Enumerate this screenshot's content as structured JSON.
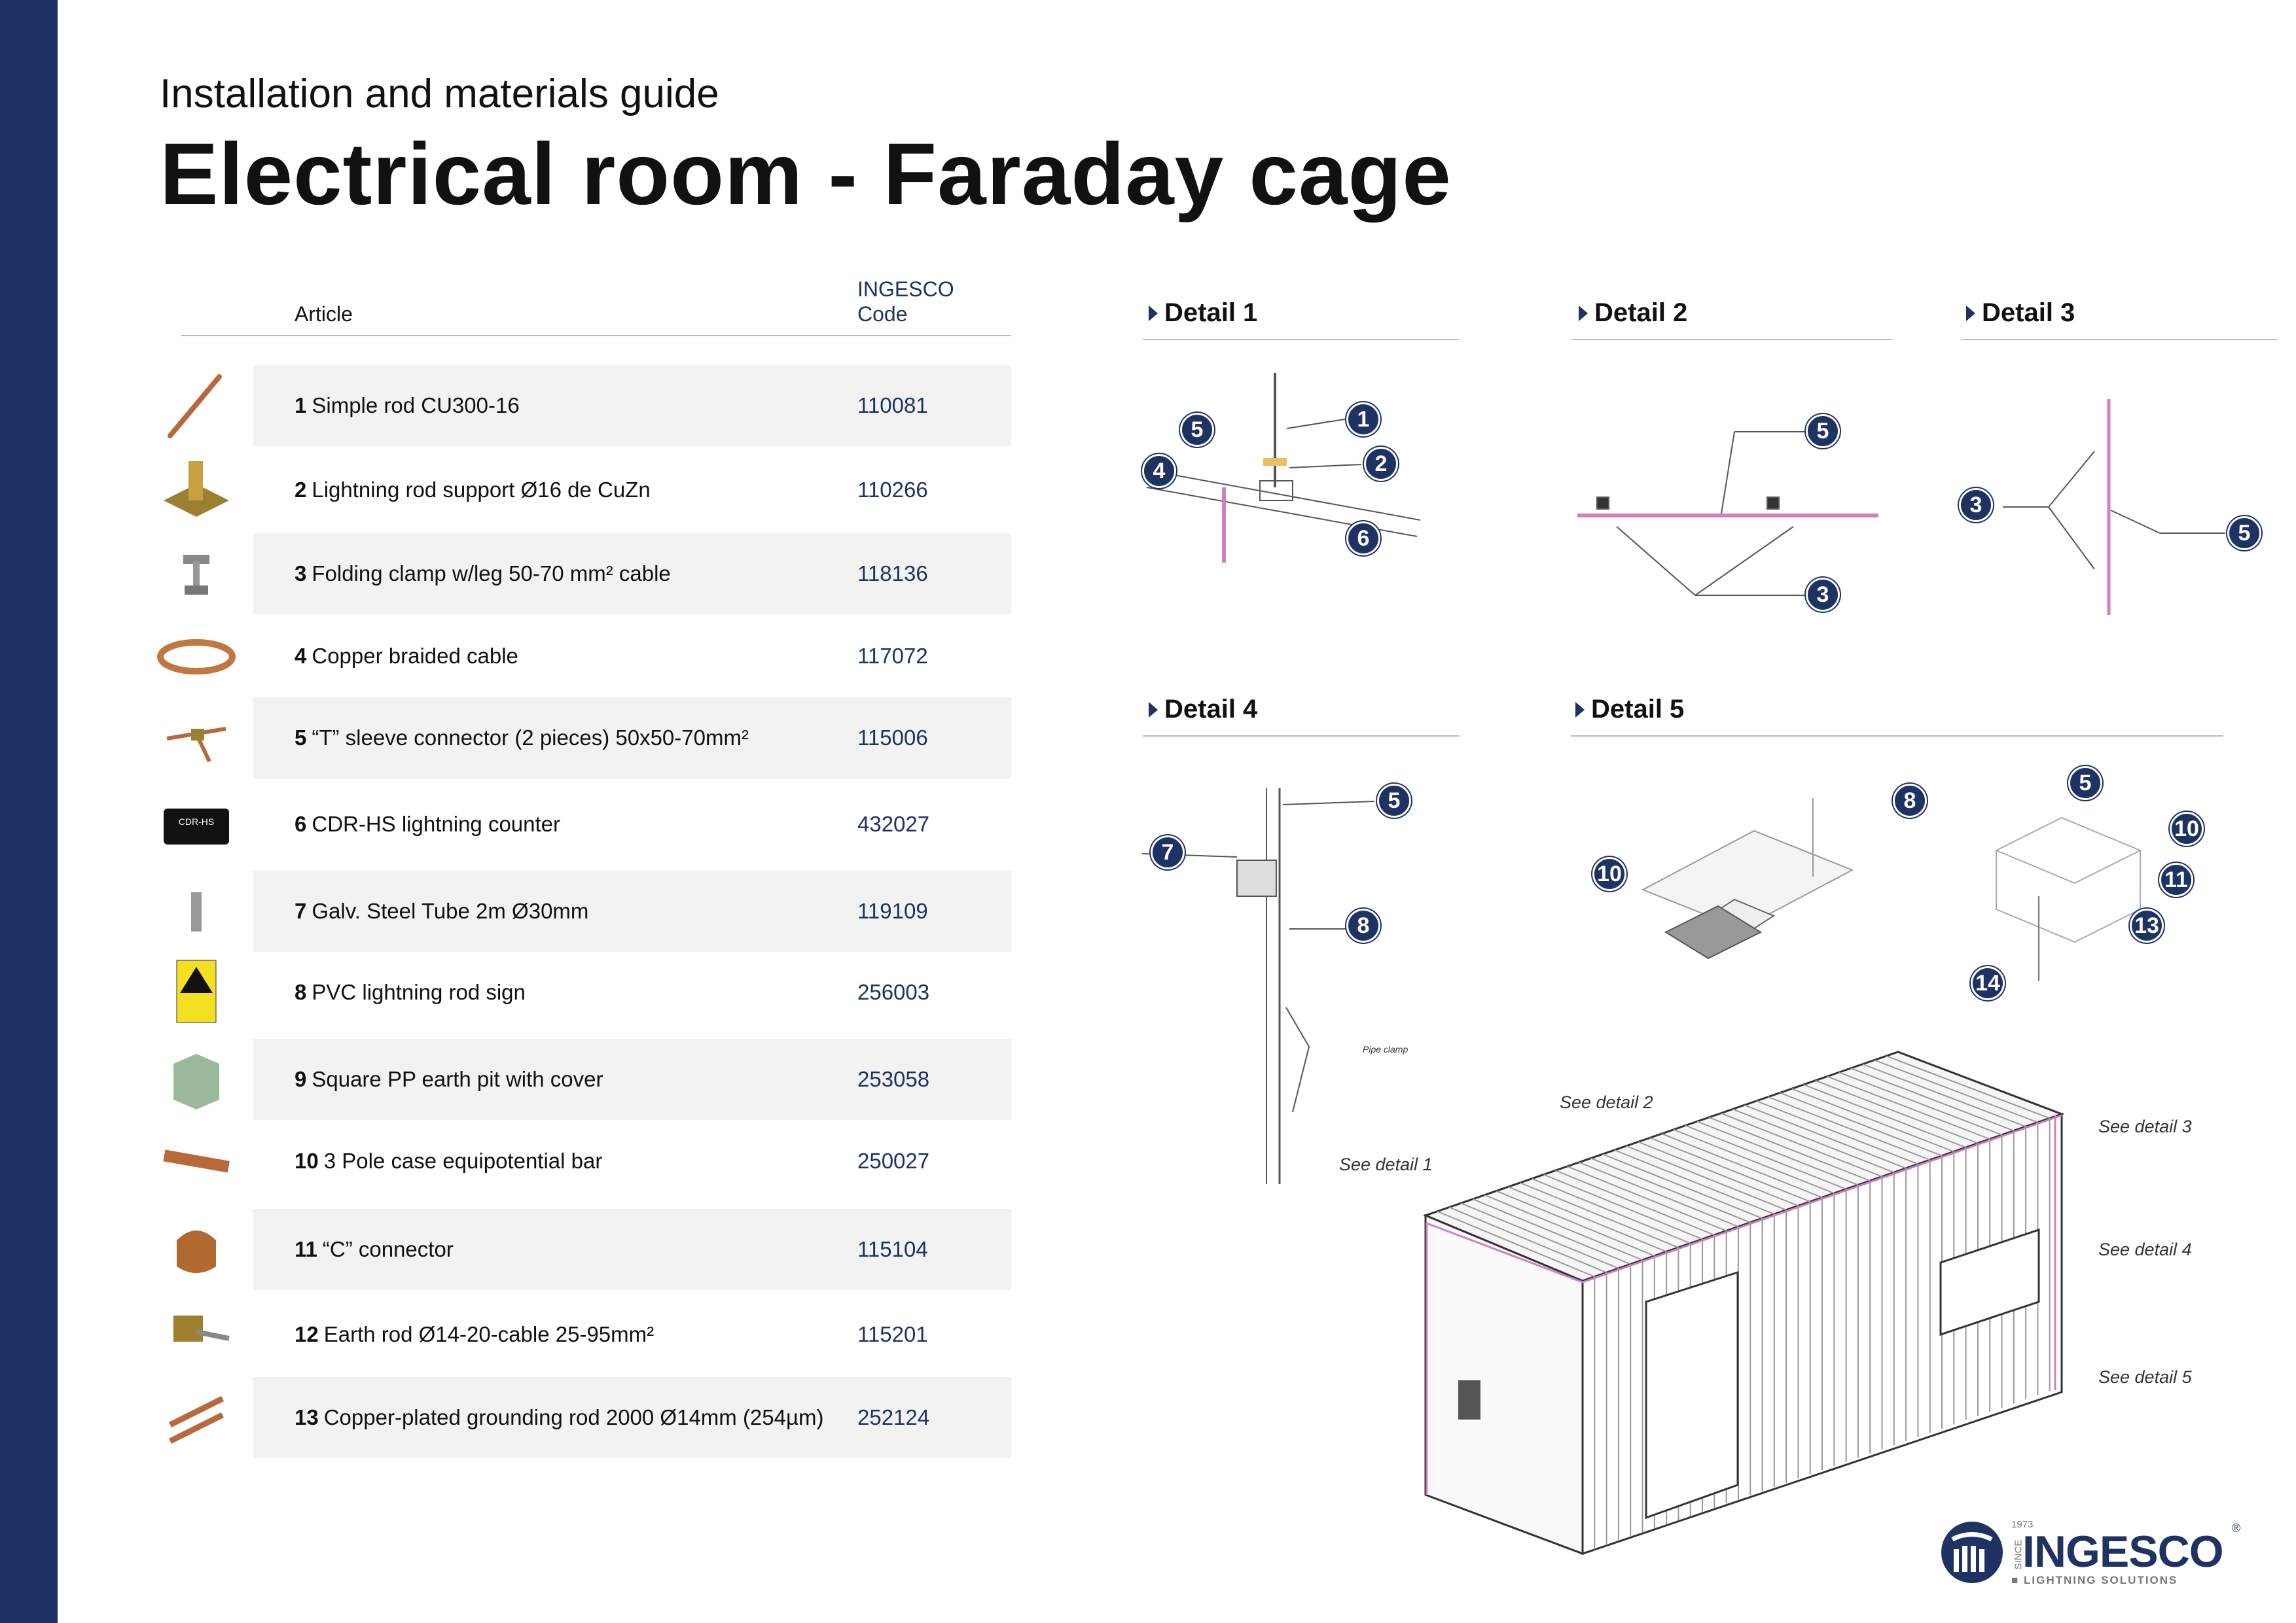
{
  "header": {
    "subtitle": "Installation and materials guide",
    "title": "Electrical room - Faraday cage"
  },
  "table": {
    "col_article": "Article",
    "col_code_1": "INGESCO",
    "col_code_2": "Code",
    "rows": [
      {
        "num": "1",
        "name": "Simple rod CU300-16",
        "code": "110081"
      },
      {
        "num": "2",
        "name": "Lightning rod support  Ø16 de CuZn",
        "code": "110266"
      },
      {
        "num": "3",
        "name": "Folding clamp w/leg 50-70 mm² cable",
        "code": "118136"
      },
      {
        "num": "4",
        "name": "Copper braided cable",
        "code": "117072"
      },
      {
        "num": "5",
        "name": "“T” sleeve connector (2 pieces) 50x50-70mm²",
        "code": "115006"
      },
      {
        "num": "6",
        "name": "CDR-HS lightning counter",
        "code": "432027"
      },
      {
        "num": "7",
        "name": "Galv. Steel Tube 2m Ø30mm",
        "code": "119109"
      },
      {
        "num": "8",
        "name": "PVC lightning rod sign",
        "code": "256003"
      },
      {
        "num": "9",
        "name": "Square PP earth pit with cover",
        "code": "253058"
      },
      {
        "num": "10",
        "name": "3 Pole case equipotential bar",
        "code": "250027"
      },
      {
        "num": "11",
        "name": "“C” connector",
        "code": "115104"
      },
      {
        "num": "12",
        "name": "Earth rod Ø14-20-cable 25-95mm²",
        "code": "115201"
      },
      {
        "num": "13",
        "name": "Copper-plated grounding rod 2000 Ø14mm (254µm)",
        "code": "252124"
      }
    ]
  },
  "details": {
    "d1": {
      "title": "Detail 1",
      "callouts": [
        "5",
        "1",
        "2",
        "4",
        "6"
      ]
    },
    "d2": {
      "title": "Detail 2",
      "callouts": [
        "5",
        "3"
      ]
    },
    "d3": {
      "title": "Detail 3",
      "callouts": [
        "3",
        "5"
      ]
    },
    "d4": {
      "title": "Detail 4",
      "callouts": [
        "5",
        "7",
        "8"
      ],
      "pipe_clamp": "Pipe clamp"
    },
    "d5": {
      "title": "Detail 5",
      "callouts": [
        "8",
        "10",
        "5",
        "10",
        "11",
        "13",
        "14"
      ]
    }
  },
  "notes": {
    "see1": "See detail 1",
    "see2": "See detail 2",
    "see3": "See detail 3",
    "see4": "See detail 4",
    "see5": "See detail 5"
  },
  "logo": {
    "brand": "INGESCO",
    "since": "SINCE",
    "year": "1973",
    "tagline": "LIGHTNING SOLUTIONS",
    "registered": "®"
  },
  "colors": {
    "navy": "#1e3264",
    "row_shade": "#f2f2f1",
    "copper": "#b8693a"
  }
}
